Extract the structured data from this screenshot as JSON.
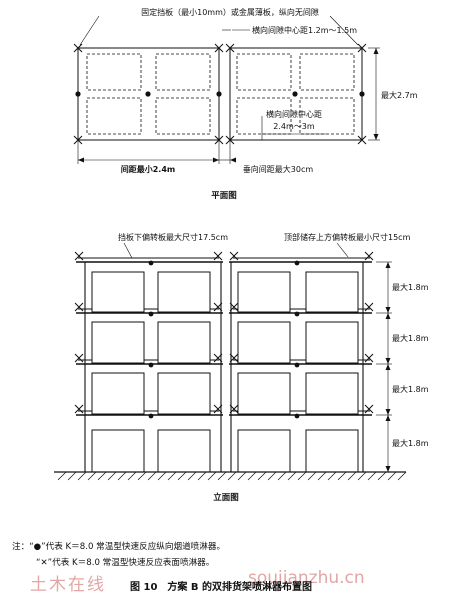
{
  "plan": {
    "top_label": "固定挡板（最小10mm）或金属薄板，纵向无间隙",
    "transverse_spacing": "横向间隙中心距1.2m～1.5m",
    "max_height": "最大2.7m",
    "transverse_flue_line1": "横向间隙中心距",
    "transverse_flue_line2": "2.4m～3m",
    "min_spacing": "间距最小2.4m",
    "vertical_spacing": "垂向间距最大30cm",
    "title": "平面图"
  },
  "elevation": {
    "baffle_label": "挡板下偏转板最大尺寸17.5cm",
    "top_storage_label": "顶部储存上方偏转板最小尺寸15cm",
    "tier_heights": [
      "最大1.8m",
      "最大1.8m",
      "最大1.8m",
      "最大1.8m"
    ],
    "title": "立面图"
  },
  "notes": {
    "prefix": "注：",
    "line1": "“●”代表 K＝8.0 常温型快速反应纵向烟道喷淋器。",
    "line2": "“✕”代表 K＝8.0 常温型快速反应表面喷淋器。"
  },
  "caption": "图 10　方案 B 的双排货架喷淋器布置图",
  "watermark": {
    "left": "土木在线",
    "right": "soujianzhu.cn"
  },
  "colors": {
    "ink": "#111111",
    "watermark": "#e2a6a6"
  }
}
